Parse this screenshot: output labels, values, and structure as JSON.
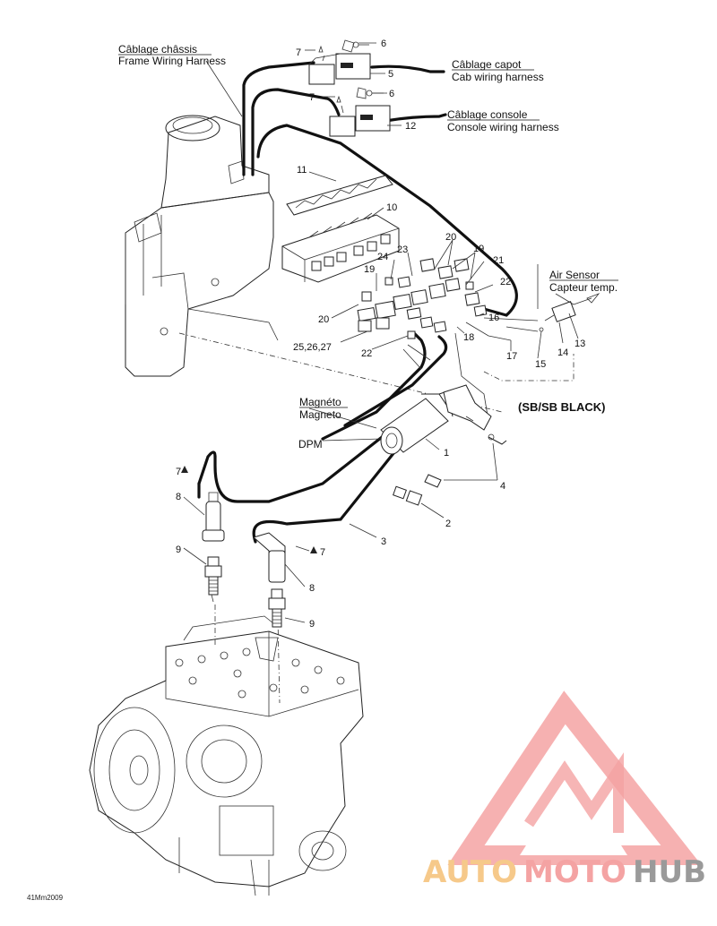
{
  "labels": {
    "frame_fr": "Câblage châssis",
    "frame_en": "Frame Wiring Harness",
    "cab_fr": "Câblage capot",
    "cab_en": "Cab wiring harness",
    "console_fr": "Câblage console",
    "console_en": "Console wiring harness",
    "air_en": "Air Sensor",
    "air_fr": "Capteur temp.",
    "sb": "(SB/SB BLACK)",
    "magneto_fr": "Magnéto",
    "magneto_en": "Magneto",
    "dpm": "DPM",
    "code": "41Mm2009"
  },
  "callouts": {
    "c1": "1",
    "c2": "2",
    "c3": "3",
    "c4": "4",
    "c5": "5",
    "c6a": "6",
    "c6b": "6",
    "c7a": "7",
    "c7b": "7",
    "c7c": "7",
    "c7d": "7",
    "c8a": "8",
    "c8b": "8",
    "c9a": "9",
    "c9b": "9",
    "c10": "10",
    "c11": "11",
    "c12": "12",
    "c13": "13",
    "c14": "14",
    "c15": "15",
    "c16": "16",
    "c17": "17",
    "c18": "18",
    "c19a": "19",
    "c19b": "19",
    "c20a": "20",
    "c20b": "20",
    "c21": "21",
    "c22a": "22",
    "c22b": "22",
    "c23": "23",
    "c24": "24",
    "c25": "25,26,27"
  },
  "watermark": {
    "auto": "AUTO",
    "moto": "MOTO",
    "hub": "HUB",
    "color_red": "#f4a3a3",
    "color_orange": "#f6c98a",
    "color_gray": "#9a9a9a"
  }
}
